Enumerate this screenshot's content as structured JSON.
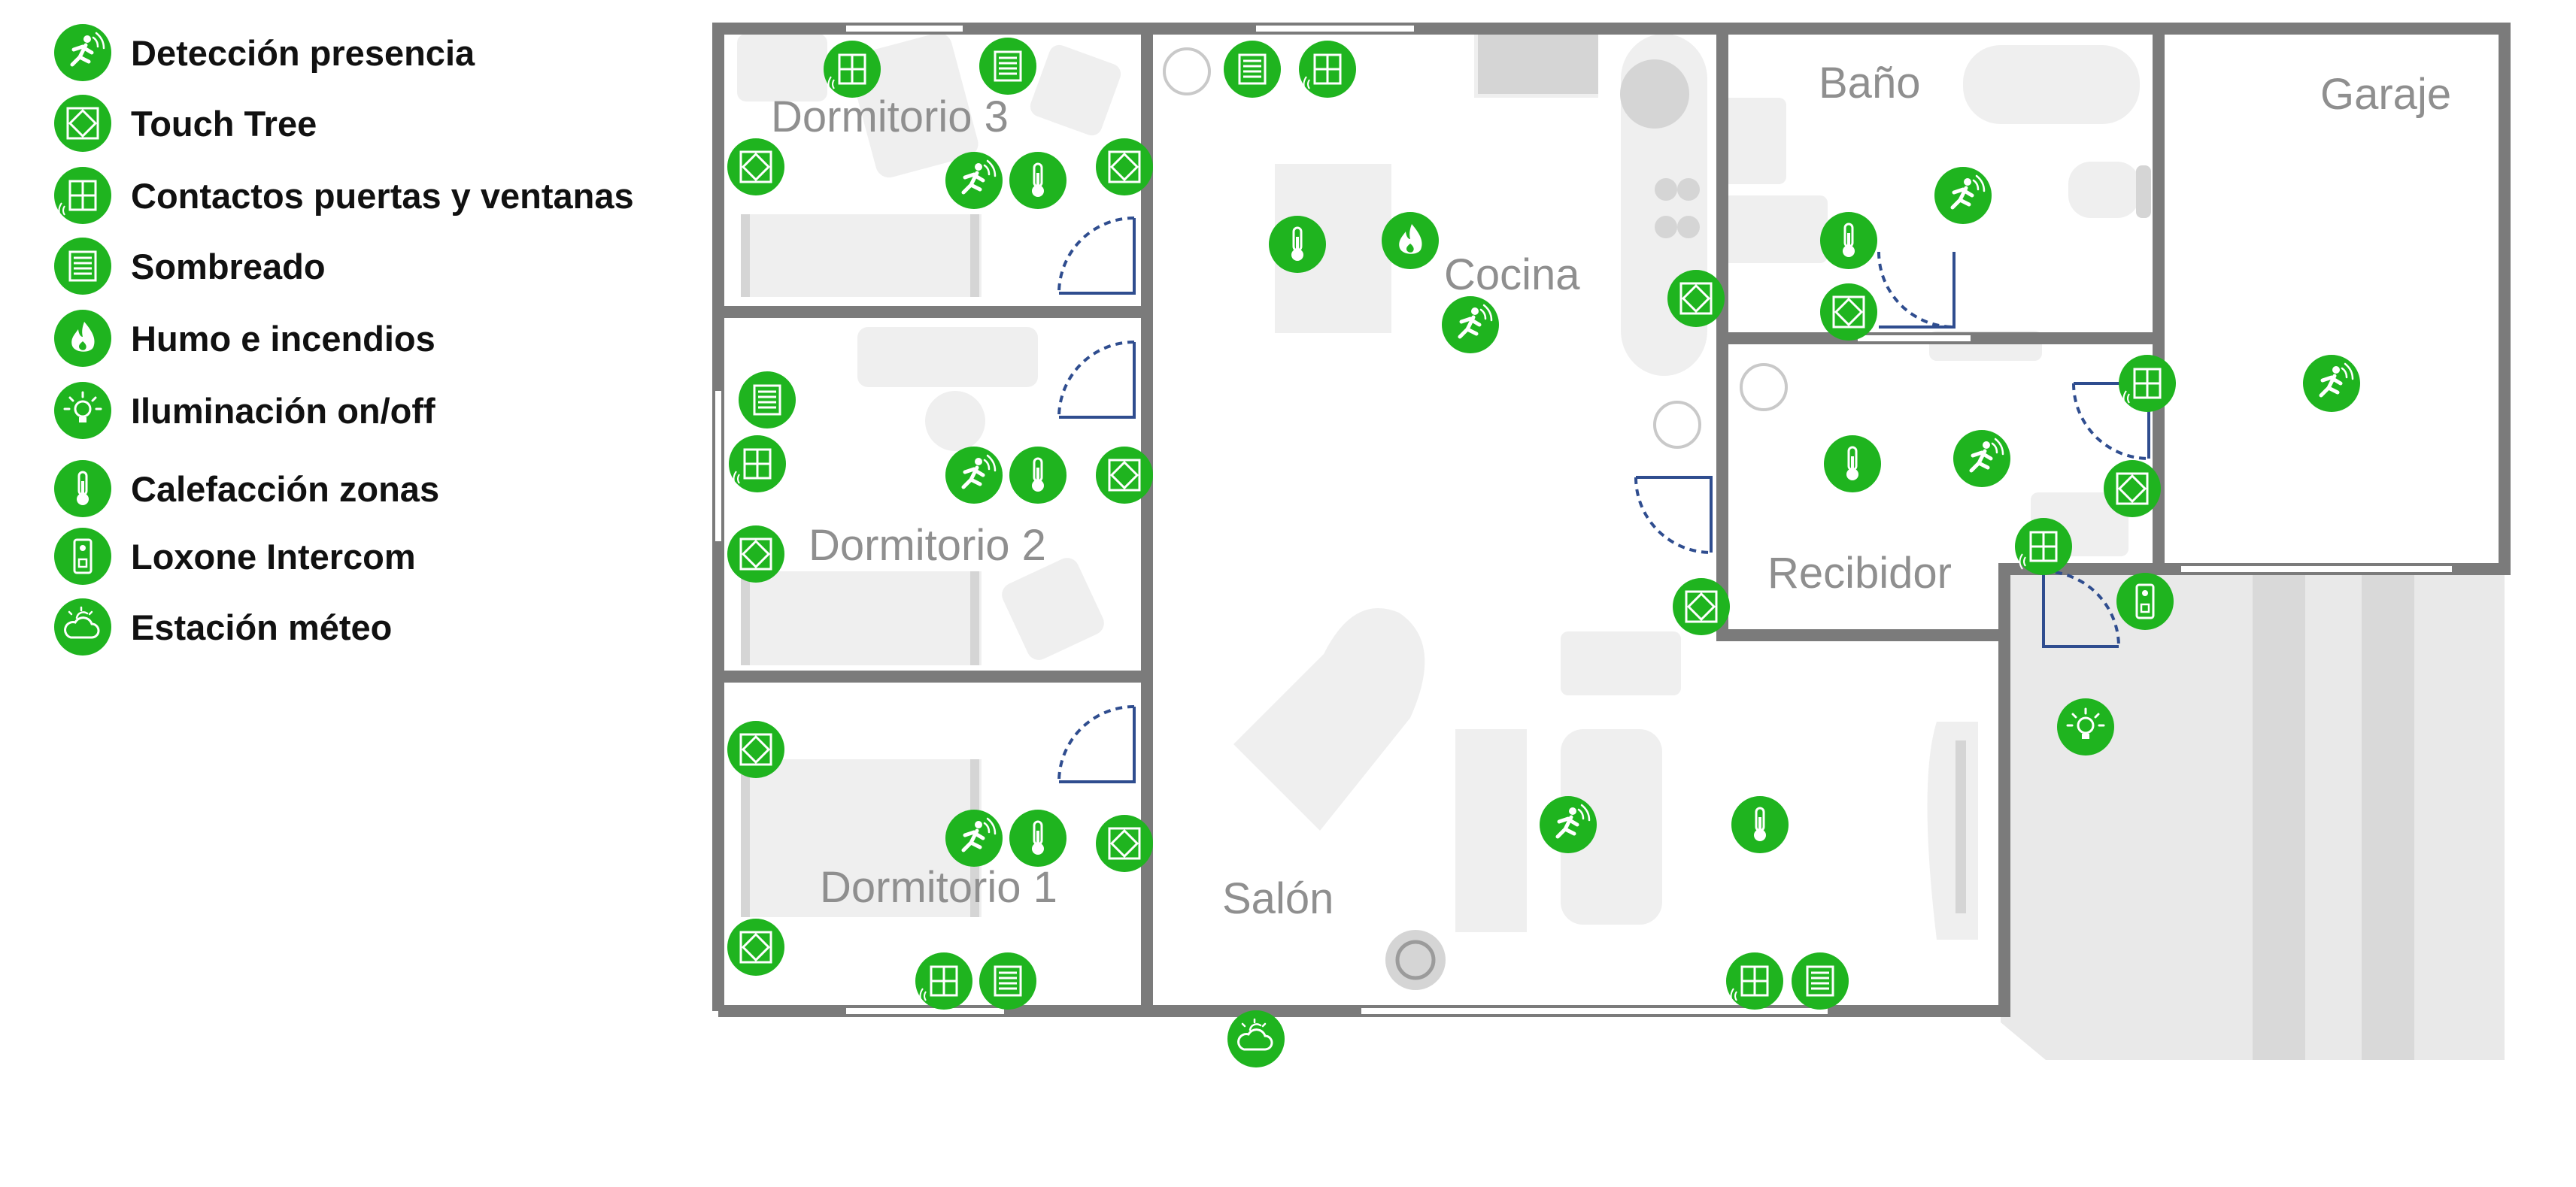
{
  "legend": [
    {
      "icon": "presence-icon",
      "label": "Detección presencia"
    },
    {
      "icon": "touch-tree-icon",
      "label": "Touch Tree"
    },
    {
      "icon": "window-contact-icon",
      "label": "Contactos puertas y ventanas"
    },
    {
      "icon": "shading-icon",
      "label": "Sombreado"
    },
    {
      "icon": "flame-icon",
      "label": "Humo e incendios"
    },
    {
      "icon": "light-bulb-icon",
      "label": "Iluminación on/off"
    },
    {
      "icon": "thermometer-icon",
      "label": "Calefacción zonas"
    },
    {
      "icon": "intercom-icon",
      "label": "Loxone Intercom"
    },
    {
      "icon": "weather-cloud-icon",
      "label": "Estación méteo"
    }
  ],
  "rooms": {
    "dormitorio3": "Dormitorio 3",
    "dormitorio2": "Dormitorio 2",
    "dormitorio1": "Dormitorio 1",
    "cocina": "Cocina",
    "salon": "Salón",
    "bano": "Baño",
    "recibidor": "Recibidor",
    "garaje": "Garaje"
  },
  "colors": {
    "device_green": "#1fb41f",
    "wall": "#7b7b7b",
    "furniture": "#eeeeee",
    "door_arc": "#2f4d8f",
    "room_label": "#8f8f8f"
  }
}
